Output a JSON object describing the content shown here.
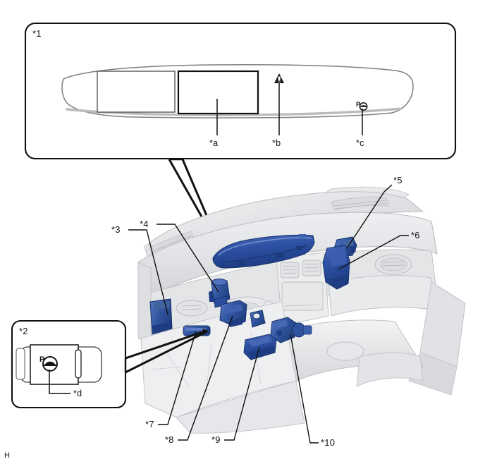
{
  "page": {
    "corner_mark": "H",
    "background_color": "#ffffff",
    "line_color": "#111111",
    "highlight_blue": "#2d51a3",
    "highlight_blue_dark": "#1d3c82",
    "highlight_blue_light": "#5878c0",
    "body_gray": "#e2e3e5",
    "body_gray_dark": "#c6c8cb"
  },
  "callouts": {
    "box1": {
      "id_label": "*1",
      "title": "instrument-panel-detail",
      "markers": [
        {
          "label": "*a",
          "name": "combination-meter-display-area"
        },
        {
          "label": "*b",
          "name": "hazard-warning-indicator"
        },
        {
          "label": "*c",
          "name": "parking-brake-indicator"
        }
      ]
    },
    "box2": {
      "id_label": "*2",
      "title": "parking-brake-switch-detail",
      "markers": [
        {
          "label": "*d",
          "name": "parking-brake-switch-icon"
        }
      ],
      "switch_icon_letter": "P"
    }
  },
  "component_labels": [
    {
      "label": "*3",
      "name": "component-3"
    },
    {
      "label": "*4",
      "name": "component-4"
    },
    {
      "label": "*5",
      "name": "component-5"
    },
    {
      "label": "*6",
      "name": "component-6"
    },
    {
      "label": "*7",
      "name": "component-7"
    },
    {
      "label": "*8",
      "name": "component-8"
    },
    {
      "label": "*9",
      "name": "component-9"
    },
    {
      "label": "*10",
      "name": "component-10"
    }
  ],
  "indicator_icons": {
    "hazard_triangle": "▲",
    "parking_p": "P"
  }
}
